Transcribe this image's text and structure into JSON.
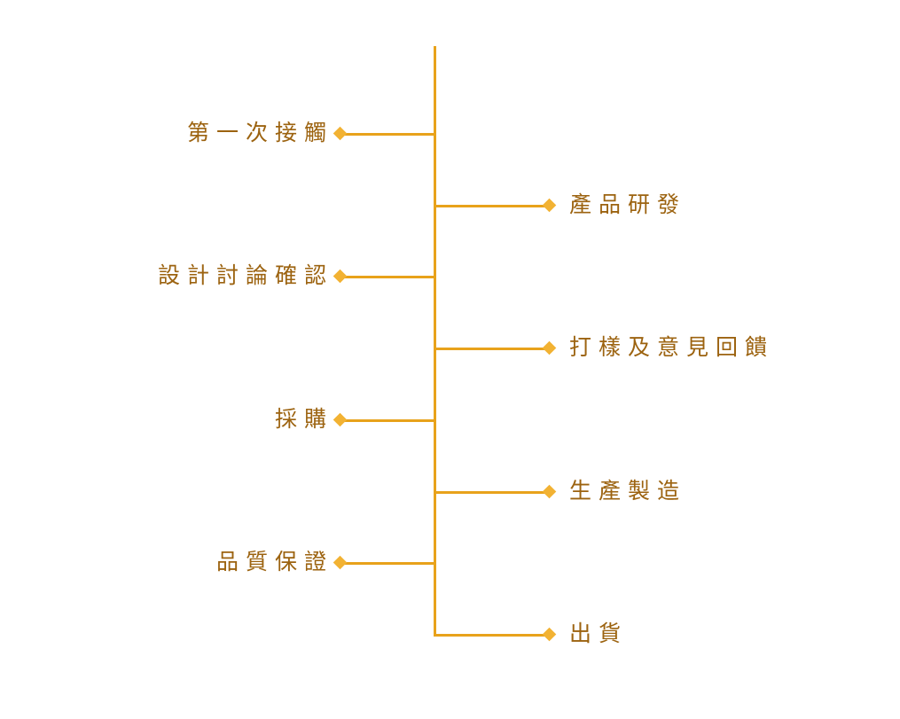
{
  "colors": {
    "line": "#e8a21b",
    "marker": "#f2b233",
    "text": "#9c6310"
  },
  "steps": [
    {
      "label": "第一次接觸",
      "side": "left"
    },
    {
      "label": "產品研發",
      "side": "right"
    },
    {
      "label": "設計討論確認",
      "side": "left"
    },
    {
      "label": "打樣及意見回饋",
      "side": "right"
    },
    {
      "label": "採購",
      "side": "left"
    },
    {
      "label": "生產製造",
      "side": "right"
    },
    {
      "label": "品質保證",
      "side": "left"
    },
    {
      "label": "出貨",
      "side": "right"
    }
  ]
}
